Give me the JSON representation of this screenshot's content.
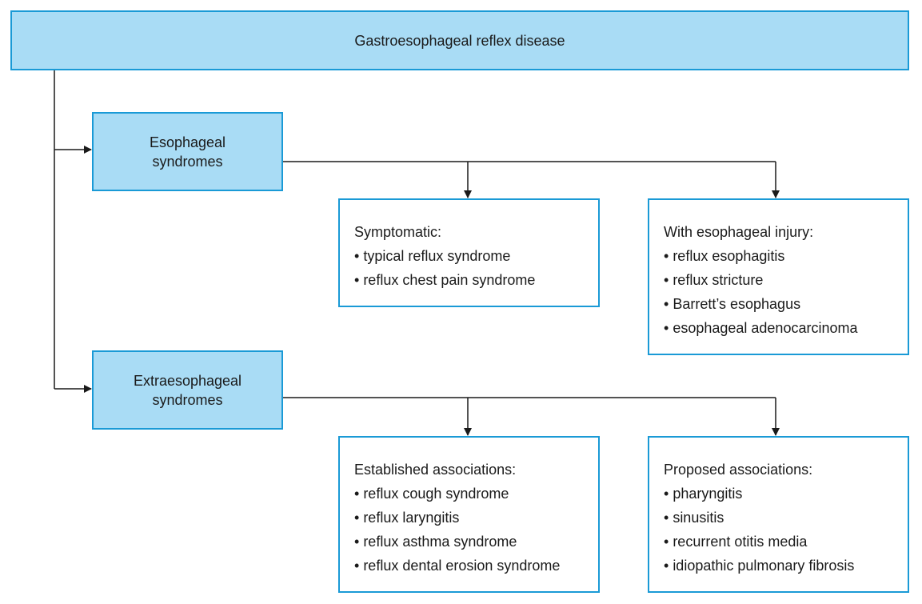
{
  "root": {
    "label": "Gastroesophageal reflex disease"
  },
  "esophageal": {
    "label": "Esophageal syndromes",
    "symptomatic": {
      "title": "Symptomatic:",
      "items": [
        "typical reflux syndrome",
        "reflux chest pain syndrome"
      ]
    },
    "injury": {
      "title": "With esophageal injury:",
      "items": [
        "reflux esophagitis",
        "reflux stricture",
        "Barrett’s esophagus",
        "esophageal adenocarcinoma"
      ]
    }
  },
  "extraesophageal": {
    "label": "Extraesophageal syndromes",
    "established": {
      "title": "Established associations:",
      "items": [
        "reflux cough syndrome",
        "reflux laryngitis",
        "reflux asthma syndrome",
        "reflux dental erosion syndrome"
      ]
    },
    "proposed": {
      "title": "Proposed associations:",
      "items": [
        "pharyngitis",
        "sinusitis",
        "recurrent otitis media",
        "idiopathic pulmonary fibrosis"
      ]
    }
  },
  "colors": {
    "box_fill": "#a9dcf5",
    "box_border": "#1a9ad6",
    "connector": "#1a1a1a"
  }
}
